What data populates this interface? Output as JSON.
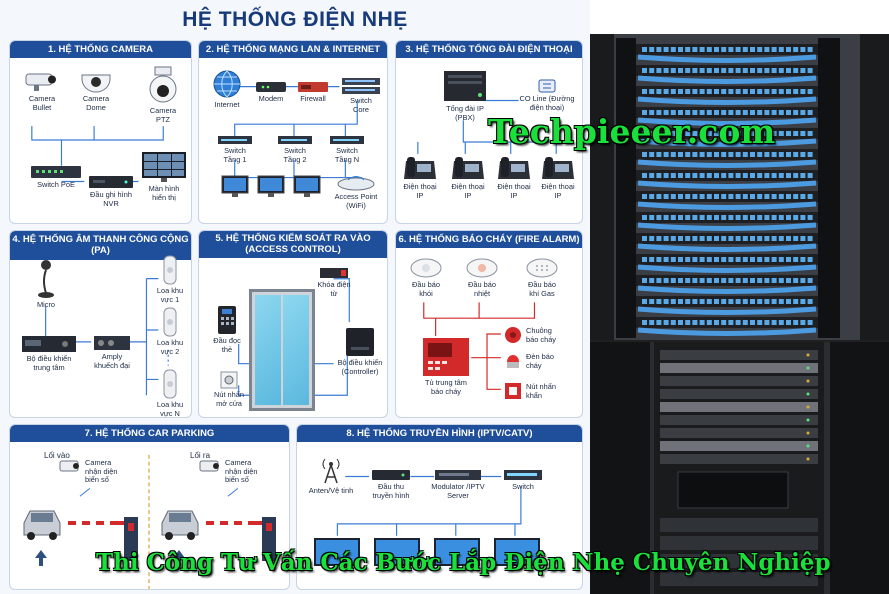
{
  "title": "HỆ THỐNG ĐIỆN NHẸ",
  "watermark": "Techpieeer.com",
  "caption": "Thi Công Tư Vấn Các Bước Lắp Điện Nhẹ Chuyên Nghiệp",
  "colors": {
    "panel_header": "#1f4f9a",
    "title": "#173a7a",
    "accent_red": "#d22a2a",
    "caption_green": "#19e03a"
  },
  "panels": {
    "camera": {
      "title": "1. HỆ THỐNG CAMERA",
      "bullet": "Camera Bullet",
      "dome": "Camera Dome",
      "ptz": "Camera PTZ",
      "switch": "Switch PoE",
      "nvr": "Đầu ghi hình NVR",
      "monitor": "Màn hình hiển thị"
    },
    "lan": {
      "title": "2. HỆ THỐNG MẠNG LAN & INTERNET",
      "internet": "Internet",
      "modem": "Modem",
      "firewall": "Firewall",
      "core": "Switch Core",
      "sw1": "Switch Tầng 1",
      "sw2": "Switch Tầng 2",
      "swn": "Switch Tầng N",
      "ap": "Access Point (WiFi)"
    },
    "pbx": {
      "title": "3. HỆ THỐNG TỔNG ĐÀI ĐIỆN THOẠI",
      "pbx": "Tổng đài IP (PBX)",
      "co": "CO Line (Đường điện thoại)",
      "phone": "Điện thoại IP"
    },
    "pa": {
      "title": "4. HỆ THỐNG ÂM THANH CÔNG CỘNG (PA)",
      "micro": "Micro",
      "controller": "Bộ điều khiển trung tâm",
      "amp": "Amply khuếch đại",
      "zone1": "Loa khu vực 1",
      "zone2": "Loa khu vực 2",
      "zonen": "Loa khu vực N"
    },
    "access": {
      "title": "5. HỆ THỐNG KIỂM SOÁT RA VÀO (ACCESS CONTROL)",
      "lock": "Khóa điện từ",
      "reader": "Đầu đọc thẻ",
      "exit": "Nút nhấn mở cửa",
      "controller": "Bộ điều khiển (Controller)"
    },
    "fire": {
      "title": "6. HỆ THỐNG BÁO CHÁY (FIRE ALARM)",
      "smoke": "Đầu báo khói",
      "heat": "Đầu báo nhiệt",
      "gas": "Đầu báo khí Gas",
      "panel": "Tủ trung tâm báo cháy",
      "bell": "Chuông báo cháy",
      "light": "Đèn báo cháy",
      "button": "Nút nhấn khẩn"
    },
    "parking": {
      "title": "7. HỆ THỐNG CAR PARKING",
      "entry": "Lối vào",
      "exit": "Lối ra",
      "camera": "Camera nhận diện biển số"
    },
    "catv": {
      "title": "8. HỆ THỐNG TRUYỀN HÌNH (IPTV/CATV)",
      "antenna": "Anten/Vệ tinh",
      "receiver": "Đầu thu truyền hình",
      "modulator": "Modulator /IPTV Server",
      "switch": "Switch"
    }
  }
}
